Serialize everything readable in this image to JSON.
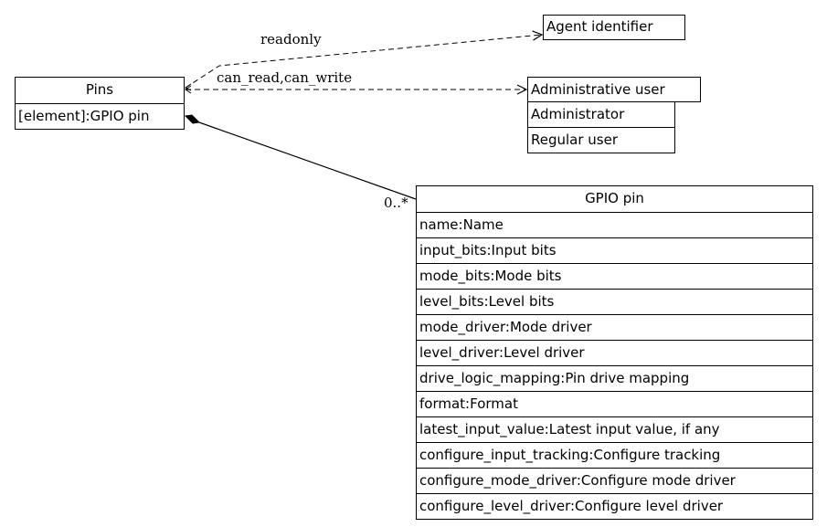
{
  "nodes": {
    "pins": {
      "title": "Pins",
      "fields": [
        "[element]:GPIO pin"
      ]
    },
    "agent_identifier": {
      "title": "Agent identifier",
      "fields": []
    },
    "administrative_user": {
      "title": "Administrative user",
      "fields": [
        "Administrator",
        "Regular user"
      ]
    },
    "gpio_pin": {
      "title": "GPIO pin",
      "fields": [
        "name:Name",
        "input_bits:Input bits",
        "mode_bits:Mode bits",
        "level_bits:Level bits",
        "mode_driver:Mode driver",
        "level_driver:Level driver",
        "drive_logic_mapping:Pin drive mapping",
        "format:Format",
        "latest_input_value:Latest input value, if any",
        "configure_input_tracking:Configure tracking",
        "configure_mode_driver:Configure mode driver",
        "configure_level_driver:Configure level driver"
      ]
    }
  },
  "edges": {
    "readonly": {
      "label": "readonly"
    },
    "can_read_write": {
      "label": "can_read,can_write"
    },
    "composition": {
      "multiplicity": "0..*"
    }
  }
}
